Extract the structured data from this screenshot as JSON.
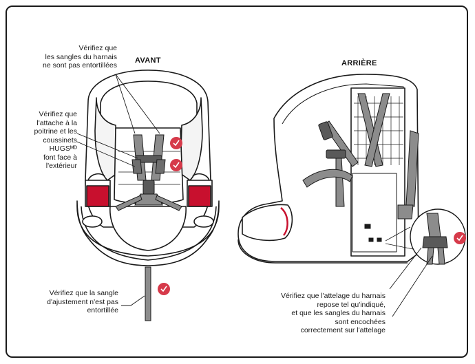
{
  "headings": {
    "front": "AVANT",
    "rear": "ARRIÈRE"
  },
  "labels": {
    "harness_not_twisted": [
      "Vérifiez que",
      "les sangles du harnais",
      "ne sont pas entortillées"
    ],
    "chest_clip": [
      "Vérifiez que",
      "l'attache à la",
      "poitrine et les",
      "coussinets",
      "HUGSᴹᴰ",
      "font face à",
      "l'extérieur"
    ],
    "adjust_strap": [
      "Vérifiez que la sangle",
      "d'ajustement n'est pas",
      "entortillée"
    ],
    "splitter_plate": [
      "Vérifiez que l'attelage du harnais",
      "repose tel qu'indiqué,",
      "et que les sangles du harnais",
      "sont encochées",
      "correctement sur l'attelage"
    ]
  },
  "colors": {
    "line": "#1a1a1a",
    "strap": "#8c8c8c",
    "strap_dark": "#5a5a5a",
    "accent_red": "#c8102e",
    "check_pink": "#d63a4a"
  },
  "icons": [
    "check-mark-icon"
  ]
}
